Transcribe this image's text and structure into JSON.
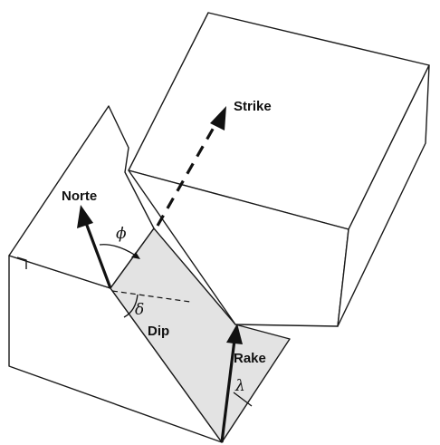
{
  "labels": {
    "strike": "Strike",
    "north": "Norte",
    "dip": "Dip",
    "rake": "Rake",
    "strike_angle": "ϕ",
    "dip_angle": "δ",
    "rake_angle": "λ"
  }
}
